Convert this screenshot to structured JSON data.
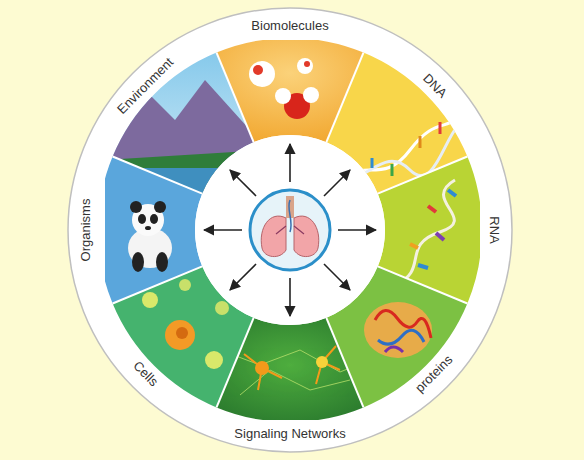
{
  "diagram": {
    "nodes": [
      {
        "text": [
          "Biomolecules"
        ]
      },
      {
        "text": [
          "DNA"
        ]
      },
      {
        "text": [
          "RNA"
        ]
      },
      {
        "text": [
          "proteins"
        ]
      },
      {
        "text": [
          "Signaling Networks"
        ]
      },
      {
        "text": [
          "Cells"
        ]
      },
      {
        "text": [
          "Organisms"
        ]
      },
      {
        "text": [
          "Environment"
        ]
      }
    ]
  }
}
